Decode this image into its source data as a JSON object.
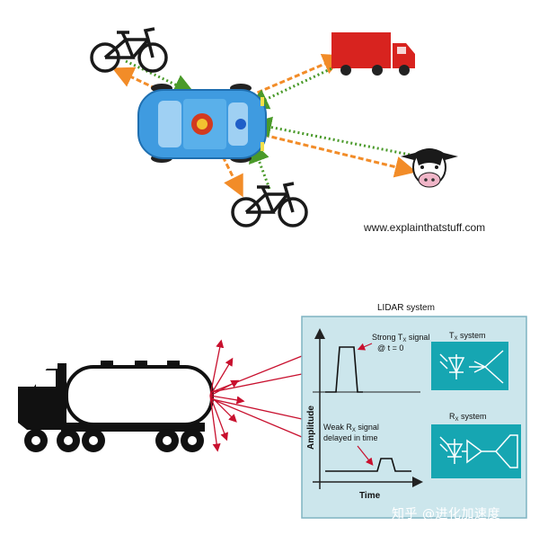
{
  "top_diagram": {
    "credit": "www.explainthatstuff.com",
    "objects": [
      "bicycle",
      "truck",
      "car",
      "cow",
      "bicycle"
    ]
  },
  "lidar_panel": {
    "title": "LIDAR system",
    "y_axis_label": "Amplitude",
    "x_axis_label": "Time",
    "tx_signal_line1": "Strong T",
    "tx_signal_sub": "X",
    "tx_signal_line2_suffix": " signal",
    "tx_signal_line3": "@ t = 0",
    "rx_signal_line1": "Weak R",
    "rx_signal_sub": "X",
    "rx_signal_line1_suffix": " signal",
    "rx_signal_line2": "delayed in time",
    "tx_system_label": "T",
    "tx_system_sub": "X",
    "tx_system_suffix": " system",
    "rx_system_label": "R",
    "rx_system_sub": "X",
    "rx_system_suffix": " system"
  },
  "watermark": "知乎 @进化加速度",
  "colors": {
    "orange_ray": "#f28c28",
    "green_ray": "#4a9a2a",
    "truck_red": "#d8231f",
    "car_blue": "#3f9be0",
    "panel_bg": "#cce6ec",
    "panel_border": "#7fb3c2",
    "system_box": "#16a6b2",
    "laser_red": "#c8102e"
  }
}
